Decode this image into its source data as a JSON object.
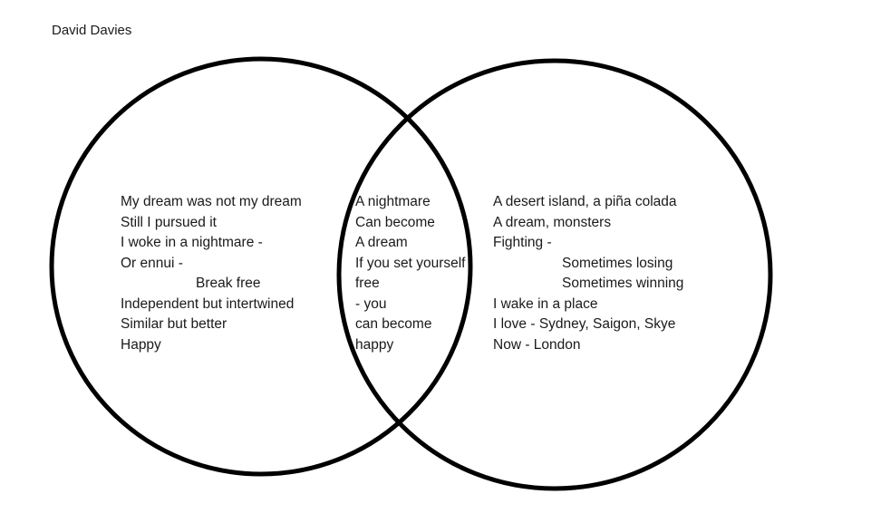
{
  "author": "David Davies",
  "colors": {
    "stroke": "#000000",
    "text": "#1a1a1a",
    "background": "#ffffff"
  },
  "left_set": {
    "lines": [
      "My dream was not my dream",
      "Still I pursued it",
      "I woke in a nightmare -",
      "Or ennui -",
      "Break free",
      "Independent but intertwined",
      "Similar but better",
      "Happy"
    ]
  },
  "intersection": {
    "lines": [
      "A nightmare",
      "Can become",
      "A dream",
      "If you set yourself",
      "free",
      "- you",
      "can become",
      "happy"
    ]
  },
  "right_set": {
    "lines": [
      "A desert island, a piña colada",
      "A dream, monsters",
      "Fighting -",
      "Sometimes losing",
      "Sometimes winning",
      "I wake in a place",
      "I love - Sydney, Saigon, Skye",
      "Now - London"
    ]
  }
}
